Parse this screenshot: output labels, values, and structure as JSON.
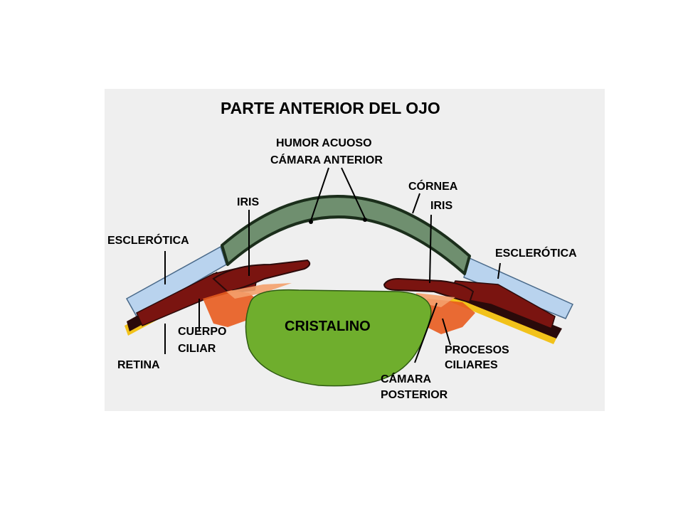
{
  "title": "PARTE ANTERIOR DEL OJO",
  "labels": {
    "humor_acuoso": "HUMOR ACUOSO",
    "camara_anterior": "CÁMARA ANTERIOR",
    "cornea": "CÓRNEA",
    "iris_left": "IRIS",
    "iris_right": "IRIS",
    "esclerotica_left": "ESCLERÓTICA",
    "esclerotica_right": "ESCLERÓTICA",
    "cristalino": "CRISTALINO",
    "cuerpo": "CUERPO",
    "ciliar": "CILIAR",
    "retina": "RETINA",
    "procesos": "PROCESOS",
    "ciliares": "CILIARES",
    "camara": "CÁMARA",
    "posterior": "POSTERIOR"
  },
  "colors": {
    "panel_bg": "#efefef",
    "sclera": "#b9d3ee",
    "cornea_fill": "#6f8f6f",
    "cornea_edge": "#1b2e1b",
    "lens": "#6fae2d",
    "iris": "#7a1410",
    "ciliary_orange": "#e85b1e",
    "retina_yellow": "#f2c21a",
    "choroid_dark": "#2a0a0a"
  }
}
